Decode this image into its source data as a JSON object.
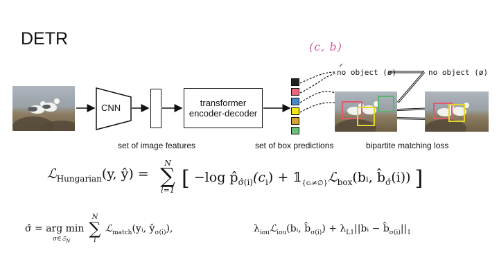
{
  "title": "DETR",
  "handwritten_note": "(c, b)",
  "blocks": {
    "cnn": "CNN",
    "transformer": "transformer encoder-decoder"
  },
  "captions": {
    "features": "set of image features",
    "predictions": "set of box predictions",
    "matching": "bipartite matching loss"
  },
  "no_object_left": "no object (ø)",
  "no_object_right": "no object (ø)",
  "prediction_colors": [
    "#222222",
    "#e8677a",
    "#4a86c8",
    "#f2e619",
    "#d7a23a",
    "#6bbf7a"
  ],
  "match_box_colors": {
    "red": "#e05a6e",
    "yellow": "#e6d62a",
    "green": "#5ab36a"
  },
  "formulas": {
    "hungarian_lhs": "ℒ",
    "hungarian_sub": "Hungarian",
    "hungarian_args": "(y, ŷ) =",
    "sum_top": "N",
    "sum_bottom": "i=1",
    "hungarian_body": "−log p̂",
    "hungarian_body_sub": "σ̂(i)",
    "hungarian_body2": "(c",
    "hungarian_indicator": "𝟙",
    "hungarian_indicator_sub": "{cᵢ≠∅}",
    "hungarian_box": "ℒ",
    "hungarian_box_sub": "box",
    "hungarian_box_args": "(bᵢ, b̂",
    "hungarian_box_args_sub": "σ̂",
    "hungarian_box_args_end": "(i))",
    "argmin_lhs": "σ̂ = arg min",
    "argmin_under": "σ∈𝔖",
    "argmin_under_sub": "N",
    "argmin_sum_top": "N",
    "argmin_sum_bottom": "i",
    "argmin_match": "ℒ",
    "argmin_match_sub": "match",
    "argmin_args": "(yᵢ, ŷ",
    "argmin_args_sub": "σ(i)",
    "argmin_args_end": "),",
    "box_loss": "λ",
    "box_loss_iou_sub": "iou",
    "box_loss_iou_L": "ℒ",
    "box_loss_iou_L_sub": "iou",
    "box_loss_iou_args": "(bᵢ, b̂",
    "box_loss_iou_args_sub": "σ(i)",
    "box_loss_plus": ") + λ",
    "box_loss_l1_sub": "L1",
    "box_loss_norm": "||bᵢ − b̂",
    "box_loss_norm_sub": "σ(i)",
    "box_loss_norm_end": "||",
    "box_loss_norm_sub2": "1"
  }
}
